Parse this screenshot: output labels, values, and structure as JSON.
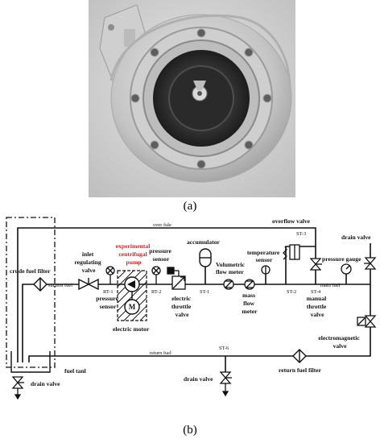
{
  "captions": {
    "a": "(a)",
    "b": "(b)"
  },
  "labels": {
    "over_fule": "over fule",
    "overflow_valve": "overflow valve",
    "st3": "ST-3",
    "drain_valve_top": "drain valve",
    "crude_fuel_filter": "crude fuel filter",
    "inlet_regulating_valve": [
      "inlet",
      "regulating",
      "valve"
    ],
    "experimental_pump": [
      "experimental",
      "centrifugal",
      "pump"
    ],
    "pressure_sensor_1": [
      "pressure",
      "sensor"
    ],
    "accumulator": "accumulator",
    "temperature_sensor": [
      "temperature",
      "sensor"
    ],
    "pressure_gauge": "pressure gauge",
    "suction_fuel": "suction fuel",
    "rt1": "RT-1",
    "rt2": "RT-2",
    "st1": "ST-1",
    "st2": "ST-2",
    "st4": "ST-4",
    "main_fuel": "main fuel",
    "volumetric_flow_meter": [
      "Volumetric",
      "flow meter"
    ],
    "pressure_sensor_2": [
      "pressure",
      "sensor"
    ],
    "mass_flow_meter": [
      "mass",
      "flow",
      "meter"
    ],
    "electric_throttle_valve": [
      "electric",
      "throttle",
      "valve"
    ],
    "manual_throttle_valve": [
      "manual",
      "throttle",
      "valve"
    ],
    "electric_motor": "electric motor",
    "electromagnetic_valve": [
      "electromagnetic",
      "valve"
    ],
    "return_fuel": "return fuel",
    "st6": "ST-6",
    "fuel_tank": "fuel tanl",
    "return_fuel_filter": "return fuel filter",
    "drain_valve_mid": "drain valve",
    "drain_valve_bottom": "drain valve"
  },
  "colors": {
    "highlight": "#e02020",
    "line": "#111111"
  }
}
